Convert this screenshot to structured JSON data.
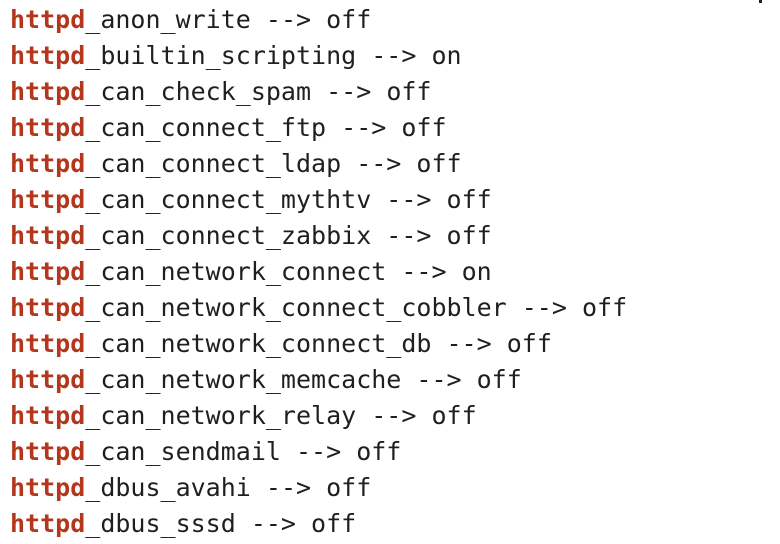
{
  "prefix": "httpd",
  "lines": [
    {
      "name": "_anon_write",
      "arrow": " --> ",
      "value": "off"
    },
    {
      "name": "_builtin_scripting",
      "arrow": " --> ",
      "value": "on"
    },
    {
      "name": "_can_check_spam",
      "arrow": " --> ",
      "value": "off"
    },
    {
      "name": "_can_connect_ftp",
      "arrow": " --> ",
      "value": "off"
    },
    {
      "name": "_can_connect_ldap",
      "arrow": " --> ",
      "value": "off"
    },
    {
      "name": "_can_connect_mythtv",
      "arrow": " --> ",
      "value": "off"
    },
    {
      "name": "_can_connect_zabbix",
      "arrow": " --> ",
      "value": "off"
    },
    {
      "name": "_can_network_connect",
      "arrow": " --> ",
      "value": "on"
    },
    {
      "name": "_can_network_connect_cobbler",
      "arrow": " --> ",
      "value": "off"
    },
    {
      "name": "_can_network_connect_db",
      "arrow": " --> ",
      "value": "off"
    },
    {
      "name": "_can_network_memcache",
      "arrow": " --> ",
      "value": "off"
    },
    {
      "name": "_can_network_relay",
      "arrow": " --> ",
      "value": "off"
    },
    {
      "name": "_can_sendmail",
      "arrow": " --> ",
      "value": "off"
    },
    {
      "name": "_dbus_avahi",
      "arrow": " --> ",
      "value": "off"
    },
    {
      "name": "_dbus_sssd",
      "arrow": " --> ",
      "value": "off"
    }
  ],
  "colors": {
    "prefix": "#b3361d",
    "text": "#1f1f1f",
    "background": "#ffffff"
  }
}
